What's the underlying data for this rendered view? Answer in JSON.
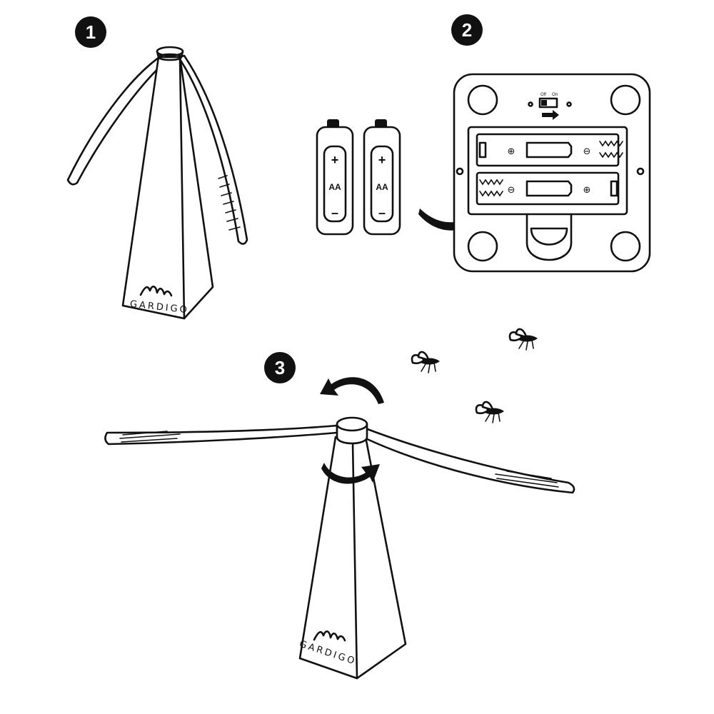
{
  "steps": [
    {
      "number": "1"
    },
    {
      "number": "2"
    },
    {
      "number": "3"
    }
  ],
  "brand": {
    "name": "GARDIGO"
  },
  "battery": {
    "type": "AA",
    "positive": "+",
    "negative": "–"
  },
  "battery_box": {
    "switch_off": "Off",
    "switch_on": "On",
    "plus": "⊕",
    "minus": "⊖"
  },
  "icons": [
    "step-badge",
    "gardigo-logo-icon",
    "aa-battery-icon",
    "curved-arrow-icon",
    "fly-icon",
    "rotation-arrow-icon",
    "on-off-switch-icon",
    "spring-contact-icon"
  ]
}
